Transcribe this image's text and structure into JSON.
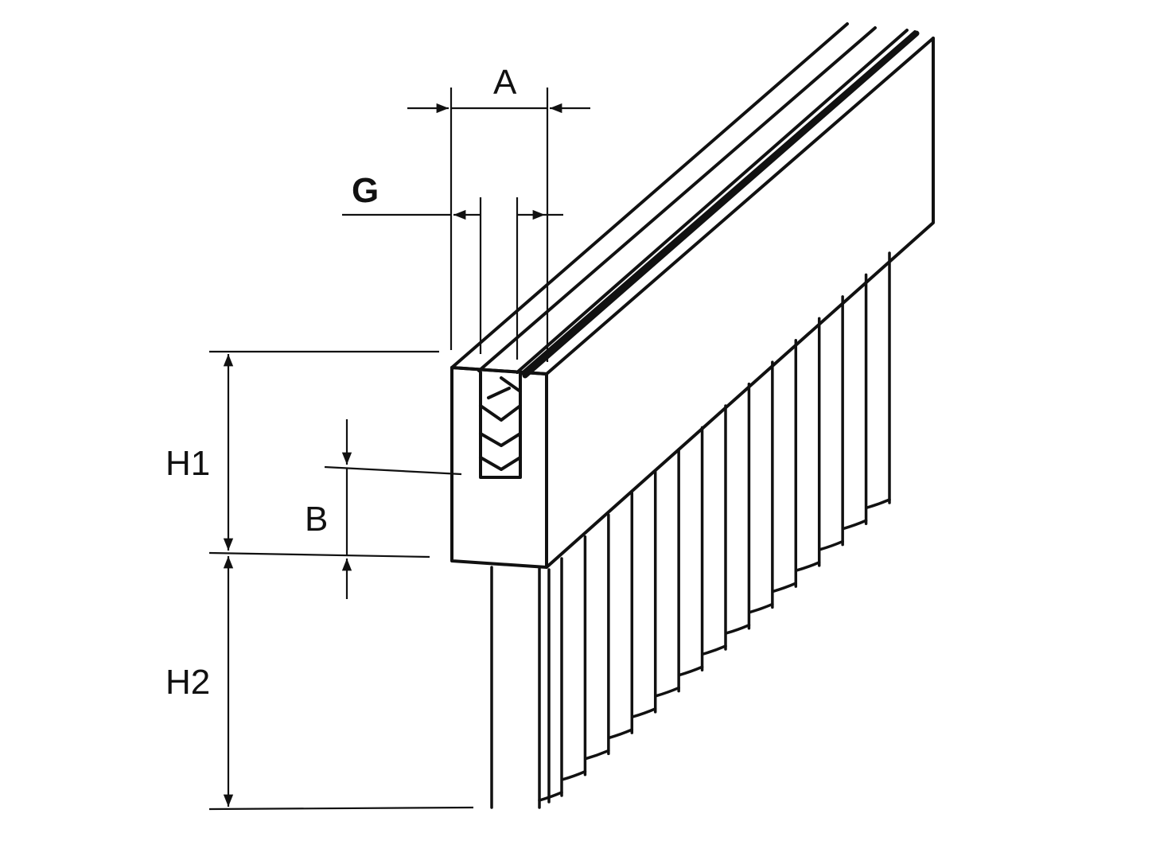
{
  "diagram": {
    "labels": {
      "a": "A",
      "g": "G",
      "h1": "H1",
      "b": "B",
      "h2": "H2"
    },
    "colors": {
      "line": "#111111",
      "background": "#ffffff"
    }
  }
}
